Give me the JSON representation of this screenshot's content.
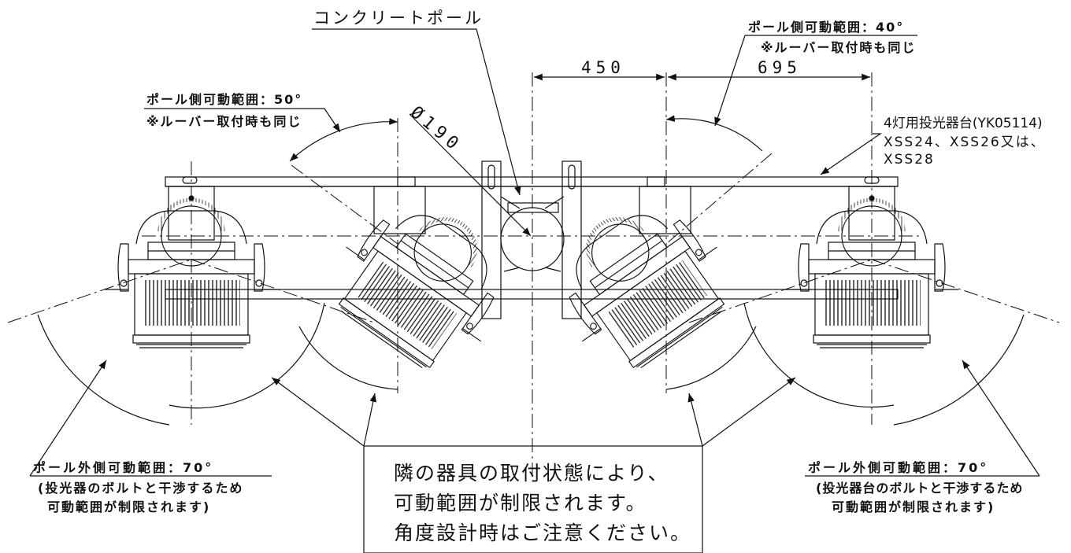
{
  "labels": {
    "pole": "コンクリートポール",
    "left_range_title": "ポール側可動範囲：50°",
    "left_range_note": "※ルーバー取付時も同じ",
    "right_range_title": "ポール側可動範囲：40°",
    "right_range_note": "※ルーバー取付時も同じ",
    "diameter": "Ø190",
    "dim_450": "450",
    "dim_695": "695",
    "mount_line1": "4灯用投光器台(YK05114)",
    "mount_line2": "XSS24、XSS26又は、",
    "mount_line3": "XSS28",
    "outer_left_title": "ポール外側可動範囲：70°",
    "outer_left_note1": "(投光器のボルトと干渉するため",
    "outer_left_note2": "可動範囲が制限されます)",
    "outer_right_title": "ポール外側可動範囲：70°",
    "outer_right_note1": "(投光器台のボルトと干渉するため",
    "outer_right_note2": "可動範囲が制限されます)",
    "caution1": "隣の器具の取付状態により、",
    "caution2": "可動範囲が制限されます。",
    "caution3": "角度設計時はご注意ください。"
  },
  "colors": {
    "line": "#111111",
    "background": "#ffffff"
  }
}
